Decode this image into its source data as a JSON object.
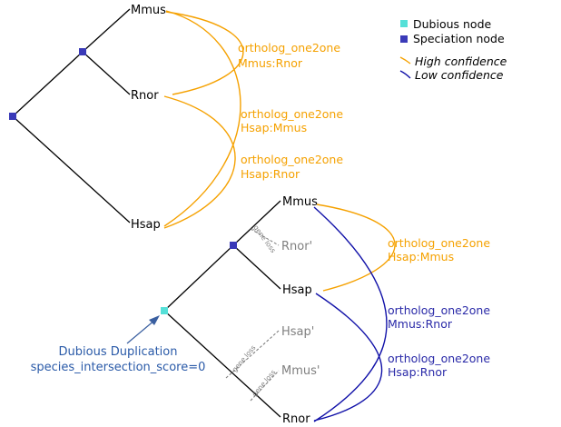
{
  "colors": {
    "branch": "#000000",
    "lost_branch": "#808080",
    "speciation": "#3a3ab8",
    "dubious": "#55e0d8",
    "high_confidence": "#f5a100",
    "low_confidence": "#1010a8",
    "low_confidence_text": "#2a2aa8",
    "dubious_label": "#2a5aa8"
  },
  "legend": {
    "dubious_node": "Dubious node",
    "speciation_node": "Speciation node",
    "high_confidence": "High confidence",
    "low_confidence": "Low confidence"
  },
  "tree1": {
    "leaves": [
      "Mmus",
      "Rnor",
      "Hsap"
    ],
    "annotations": [
      {
        "type": "ortholog_one2one",
        "pair": "Mmus:Rnor",
        "confidence": "high"
      },
      {
        "type": "ortholog_one2one",
        "pair": "Hsap:Mmus",
        "confidence": "high"
      },
      {
        "type": "ortholog_one2one",
        "pair": "Hsap:Rnor",
        "confidence": "high"
      }
    ]
  },
  "tree2": {
    "leaves": [
      "Mmus",
      "Hsap",
      "Rnor"
    ],
    "lost_leaves": [
      "Rnor'",
      "Hsap'",
      "Mmus'"
    ],
    "gene_loss_label": "gene loss",
    "annotations": [
      {
        "type": "ortholog_one2one",
        "pair": "Hsap:Mmus",
        "confidence": "high"
      },
      {
        "type": "ortholog_one2one",
        "pair": "Mmus:Rnor",
        "confidence": "low"
      },
      {
        "type": "ortholog_one2one",
        "pair": "Hsap:Rnor",
        "confidence": "low"
      }
    ],
    "dubious_label_line1": "Dubious Duplication",
    "dubious_label_line2": "species_intersection_score=0"
  }
}
